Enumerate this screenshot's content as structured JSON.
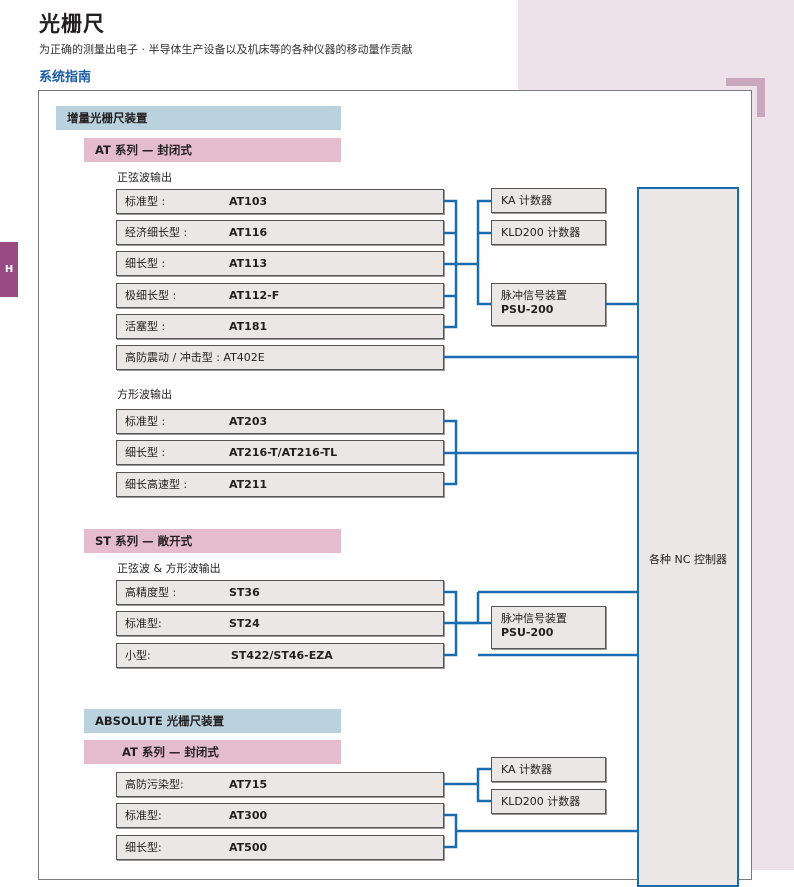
{
  "page": {
    "title": "光栅尺",
    "subtitle": "为正确的测量出电子 · 半导体生产设备以及机床等的各种仪器的移动量作贡献",
    "section_title": "系统指南",
    "side_tab": "H"
  },
  "colors": {
    "accent_blue": "#1a6cb1",
    "banner_blue": "#b9d2dd",
    "banner_pink": "#e4bccb",
    "tab_purple": "#9a4a82"
  },
  "incremental": {
    "banner": "增量光栅尺装置",
    "at_series": "AT 系列 — 封闭式",
    "sine_heading": "正弦波输出",
    "sine_items": [
      {
        "label": "标准型 :",
        "model": "AT103"
      },
      {
        "label": "经济细长型 :",
        "model": "AT116"
      },
      {
        "label": "细长型 :",
        "model": "AT113"
      },
      {
        "label": "极细长型 :",
        "model": "AT112-F"
      },
      {
        "label": "活塞型 :",
        "model": "AT181"
      }
    ],
    "shock_item": "高防震动 / 冲击型 : AT402E",
    "square_heading": "方形波输出",
    "square_items": [
      {
        "label": "标准型 :",
        "model": "AT203"
      },
      {
        "label": "细长型 :",
        "model": "AT216-T/AT216-TL"
      },
      {
        "label": "细长高速型 :",
        "model": "AT211"
      }
    ],
    "st_series": "ST 系列 — 敞开式",
    "st_heading": "正弦波 & 方形波输出",
    "st_items": [
      {
        "label": "高精度型 :",
        "model": "ST36"
      },
      {
        "label": "标准型:",
        "model": "ST24"
      },
      {
        "label": "小型:",
        "model": "ST422/ST46-EZA"
      }
    ]
  },
  "absolute": {
    "banner": "ABSOLUTE 光栅尺装置",
    "at_series": "AT 系列 — 封闭式",
    "items": [
      {
        "label": "高防污染型:",
        "model": "AT715"
      },
      {
        "label": "标准型:",
        "model": "AT300"
      },
      {
        "label": "细长型:",
        "model": "AT500"
      }
    ]
  },
  "devices": {
    "ka": "KA 计数器",
    "kld": "KLD200 计数器",
    "psu_line1": "脉冲信号装置",
    "psu_line2": "PSU-200",
    "psu2_line1": "脉冲信号装置",
    "psu2_line2": "PSU-200",
    "ka2": "KA 计数器",
    "kld2": "KLD200 计数器",
    "nc": "各种 NC 控制器"
  }
}
